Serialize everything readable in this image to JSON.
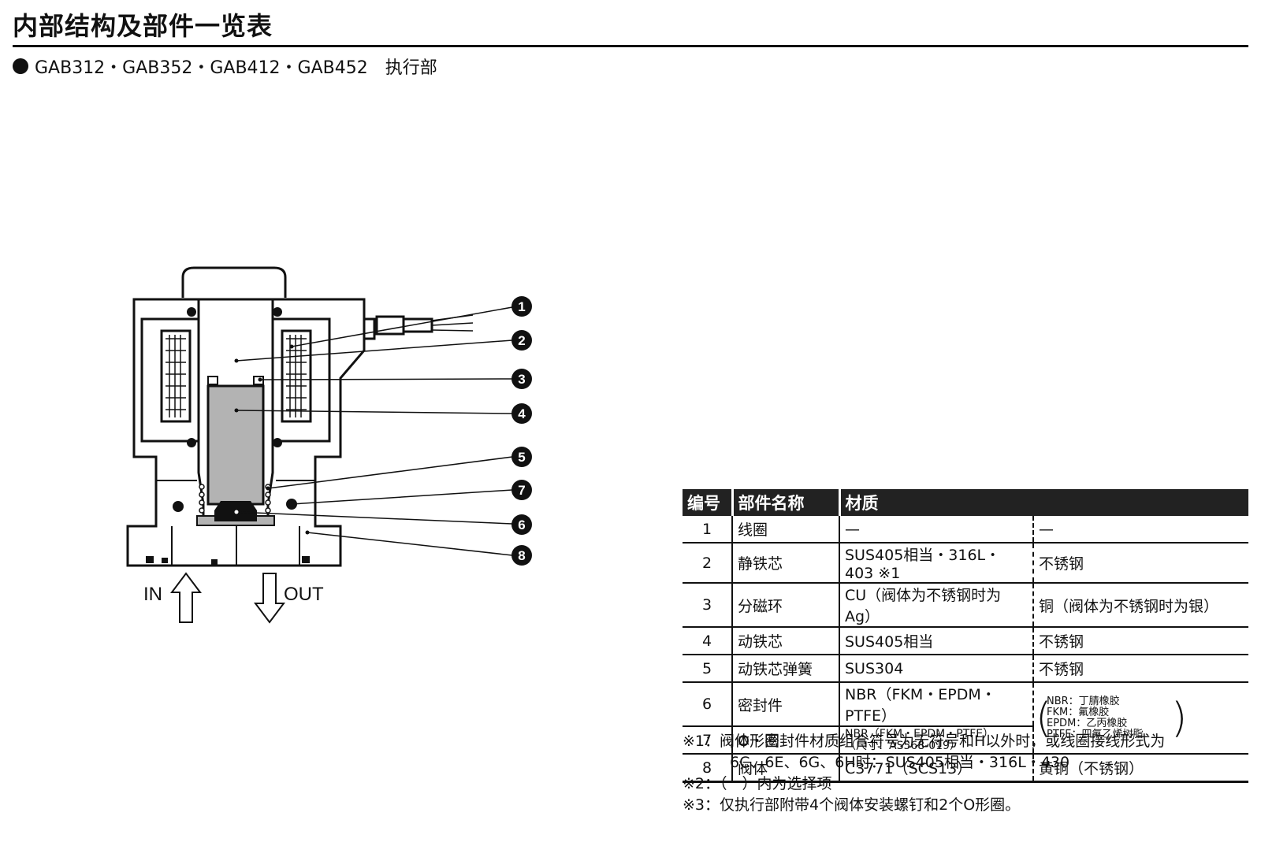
{
  "title": "内部结构及部件一览表",
  "section": {
    "heading": "GAB312・GAB352・GAB412・GAB452　执行部"
  },
  "diagram": {
    "callouts": [
      "1",
      "2",
      "3",
      "4",
      "5",
      "7",
      "6",
      "8"
    ],
    "in_label": "IN",
    "out_label": "OUT"
  },
  "table": {
    "headers": [
      "编号",
      "部件名称",
      "材质"
    ],
    "rows": [
      {
        "num": "1",
        "name": "线圈",
        "mat1": "—",
        "mat2": "—"
      },
      {
        "num": "2",
        "name": "静铁芯",
        "mat1": "SUS405相当・316L・403 ※1",
        "mat2": "不锈钢"
      },
      {
        "num": "3",
        "name": "分磁环",
        "mat1": "CU（阀体为不锈钢时为Ag）",
        "mat2": "铜（阀体为不锈钢时为银）"
      },
      {
        "num": "4",
        "name": "动铁芯",
        "mat1": "SUS405相当",
        "mat2": "不锈钢"
      },
      {
        "num": "5",
        "name": "动铁芯弹簧",
        "mat1": "SUS304",
        "mat2": "不锈钢"
      },
      {
        "num": "6",
        "name": "密封件",
        "mat1": "NBR（FKM・EPDM・PTFE）",
        "mat2": ""
      },
      {
        "num": "7",
        "name": "O形圈",
        "mat1": "NBR（FKM・EPDM・PTFE）",
        "mat1_sub": "（尺寸：AS568-019）",
        "mat2": ""
      },
      {
        "num": "8",
        "name": "阀体",
        "mat1": "C3771（SCS13）",
        "mat2": "黄铜（不锈钢）"
      }
    ],
    "seal_materials": [
      "NBR：丁腈橡胶",
      "FKM：氟橡胶",
      "EPDM：乙丙橡胶",
      "PTFE：四氟乙烯树脂"
    ]
  },
  "notes": [
    {
      "mark": "※1：",
      "text": "阀体・密封件材质组合符号为无符号和H以外时，或线圈接线形式为",
      "cont": "6C、6E、6G、6H时：SUS405相当・316L・430"
    },
    {
      "mark": "※2：",
      "text": "（　）内为选择项"
    },
    {
      "mark": "※3：",
      "text": "仅执行部附带4个阀体安装螺钉和2个O形圈。"
    }
  ]
}
